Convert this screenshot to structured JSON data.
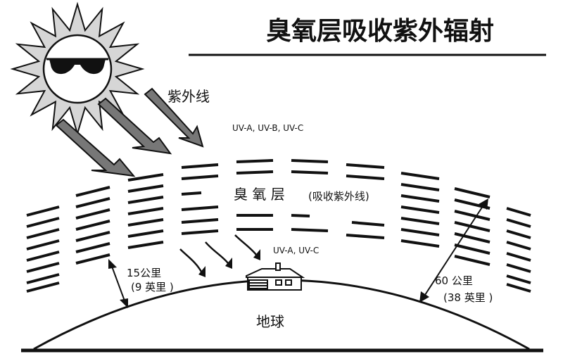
{
  "title": "臭氧层吸收紫外辐射",
  "uv_label": "紫外线",
  "uv_incoming": "UV-A, UV-B, UV-C",
  "ozone_label": "臭 氧 层",
  "ozone_note": "(吸收紫外线)",
  "uv_transmitted": "UV-A, UV-C",
  "lower_distance": {
    "line1": "15公里",
    "line2": "(9 英里 )"
  },
  "upper_distance": {
    "line1": "60 公里",
    "line2": "(38 英里 )"
  },
  "earth_label": "地球",
  "icons": [
    "sun-icon",
    "sunglasses-icon",
    "house-icon"
  ],
  "colors": {
    "ink": "#111111",
    "sun_fill": "#d6d6d6",
    "arrow_fill": "#777777",
    "paper": "#ffffff"
  }
}
